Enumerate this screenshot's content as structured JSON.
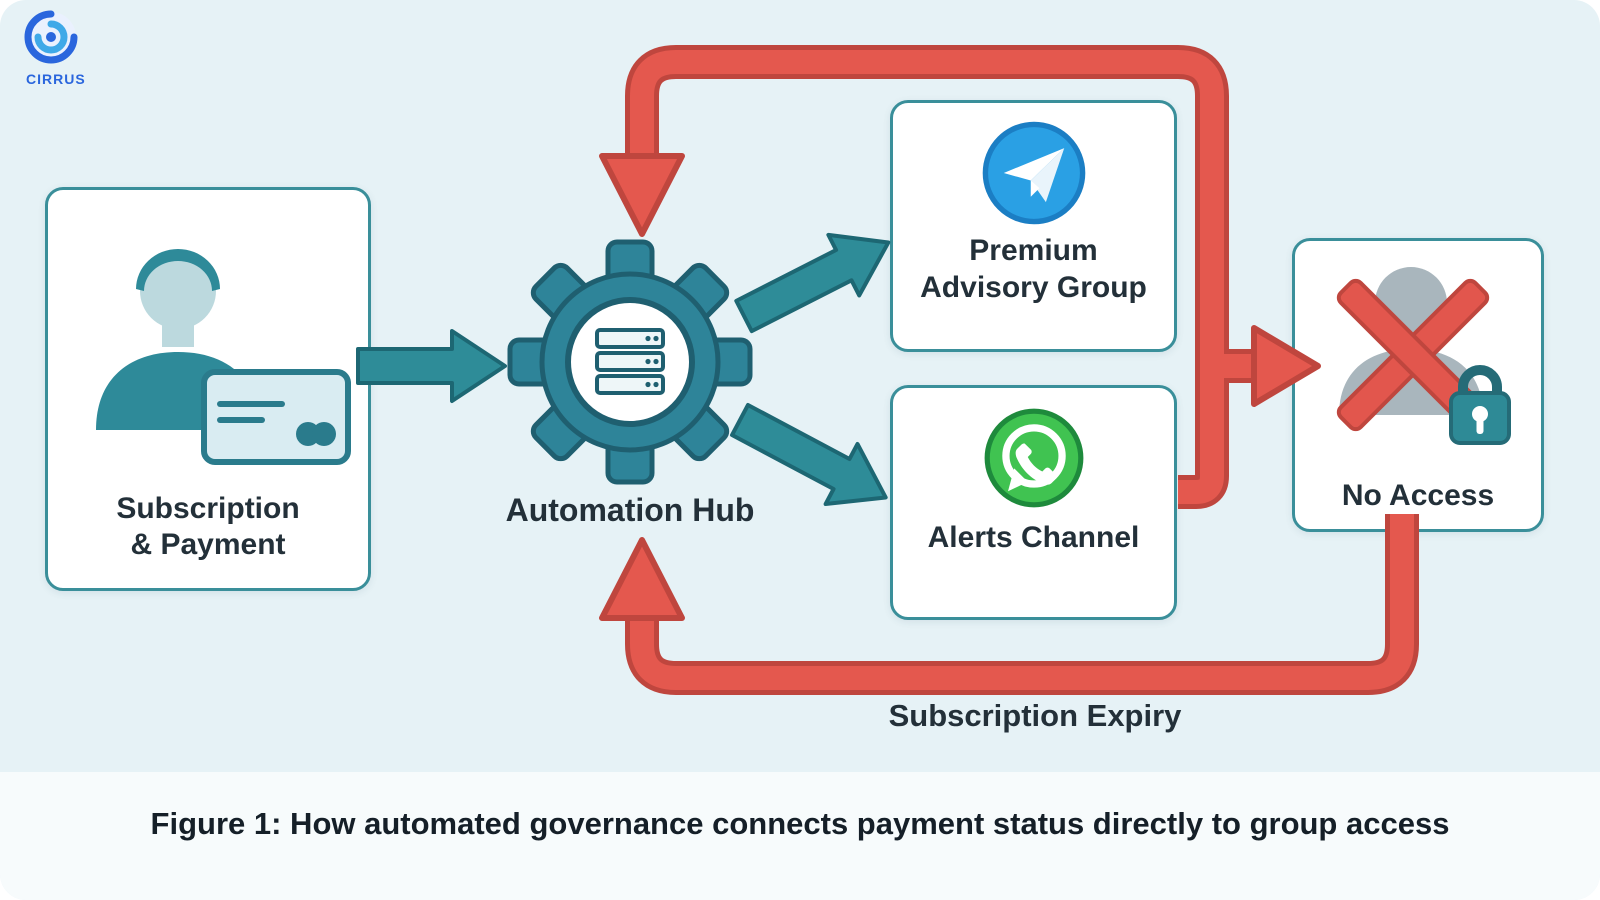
{
  "brand": {
    "name": "CIRRUS",
    "logo_icon": "cirrus-swirl-icon"
  },
  "nodes": {
    "subscription": {
      "line1": "Subscription",
      "line2": "& Payment",
      "icon": "person-credit-card-icon"
    },
    "hub": {
      "label": "Automation Hub",
      "icon": "gear-server-icon"
    },
    "premium": {
      "line1": "Premium",
      "line2": "Advisory Group",
      "icon": "telegram-icon"
    },
    "alerts": {
      "label": "Alerts Channel",
      "icon": "whatsapp-icon"
    },
    "no_access": {
      "label": "No Access",
      "icon": "blocked-user-lock-icon"
    }
  },
  "edges": {
    "expiry_label": "Subscription Expiry",
    "flows": [
      "subscription-to-hub",
      "hub-to-premium",
      "hub-to-alerts",
      "channels-to-no-access",
      "expiry-top-loop-to-hub",
      "no-access-bottom-loop-to-hub"
    ]
  },
  "caption": "Figure 1: How automated governance connects payment status directly to group access",
  "colors": {
    "background": "#E6F2F6",
    "teal": "#2E8C98",
    "teal_dark": "#1D6773",
    "red": "#E4584E",
    "red_dark": "#BF463E",
    "telegram_blue": "#2AA0E4",
    "whatsapp_green": "#40C351",
    "box_border": "#3A8F9A",
    "text": "#233039",
    "brand_blue": "#2A66DD"
  }
}
